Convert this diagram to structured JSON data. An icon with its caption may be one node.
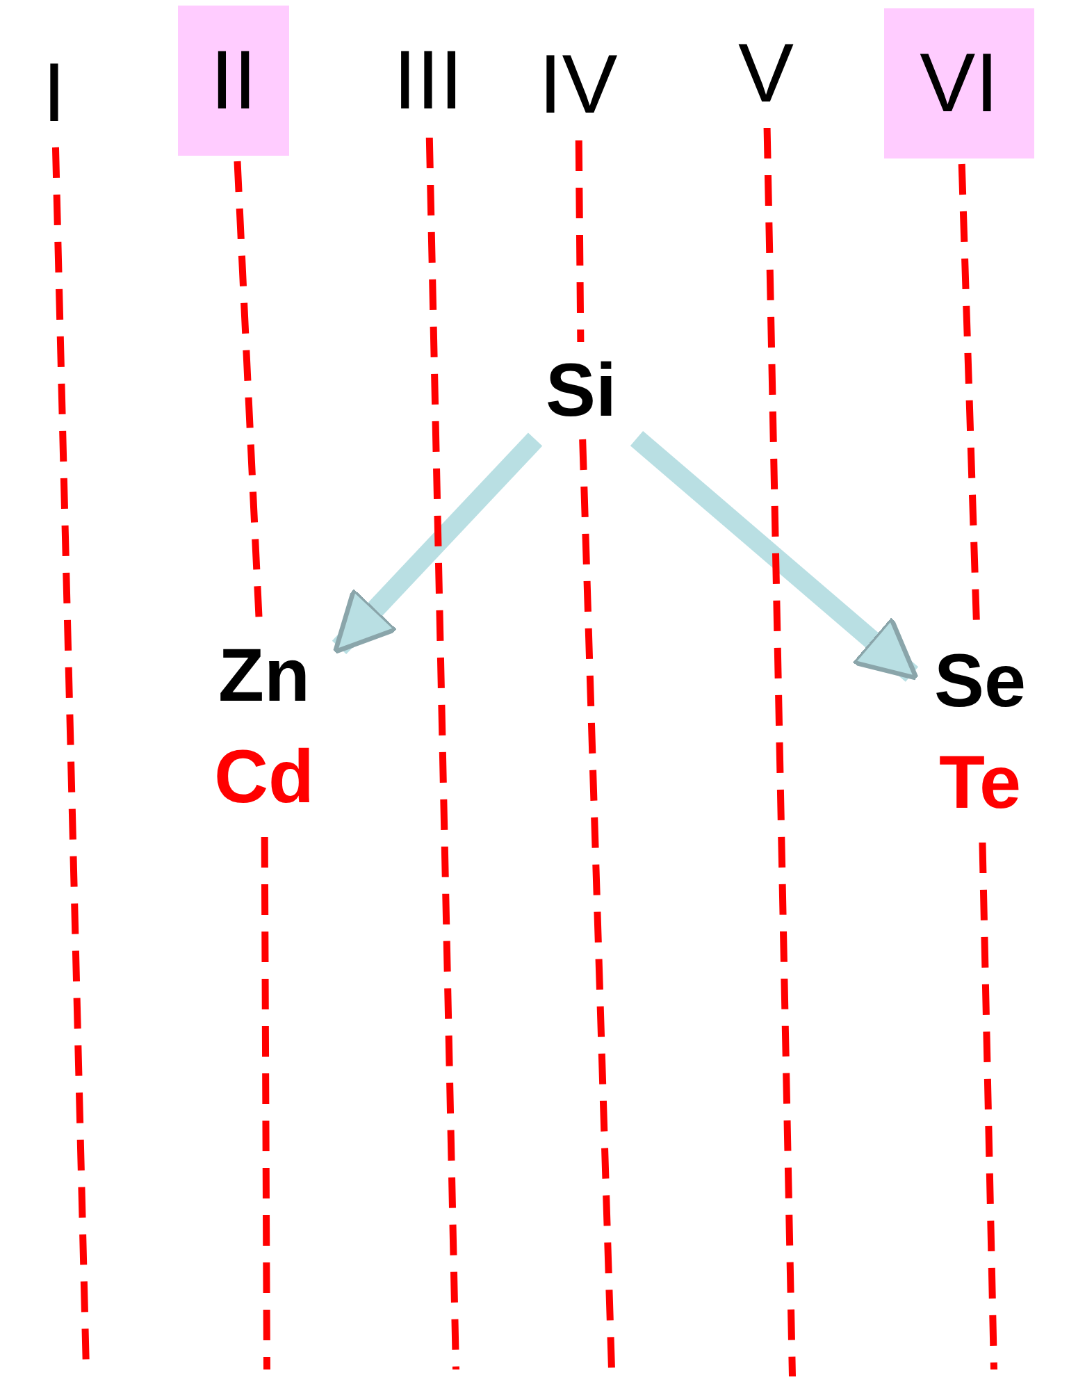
{
  "diagram": {
    "nodes": [
      {
        "text": [
          "I"
        ]
      },
      {
        "text": [
          "II"
        ]
      },
      {
        "text": [
          "III"
        ]
      },
      {
        "text": [
          "IV"
        ]
      },
      {
        "text": [
          "V"
        ]
      },
      {
        "text": [
          "VI"
        ]
      },
      {
        "text": [
          "Si"
        ]
      },
      {
        "text": [
          "Zn",
          "Cd"
        ]
      },
      {
        "text": [
          "Se",
          "Te"
        ]
      }
    ],
    "edges": [
      {
        "from": 6,
        "to": 7,
        "arrow": "to",
        "style": "thick",
        "color": "#b9dfe3"
      },
      {
        "from": 6,
        "to": 8,
        "arrow": "to",
        "style": "thick",
        "color": "#b9dfe3"
      },
      {
        "from": 0,
        "to": null,
        "arrow": "none",
        "style": "dashed"
      },
      {
        "from": 1,
        "to": 7,
        "arrow": "none",
        "style": "dashed"
      },
      {
        "from": 7,
        "to": null,
        "arrow": "none",
        "style": "dashed"
      },
      {
        "from": 2,
        "to": null,
        "arrow": "none",
        "style": "dashed"
      },
      {
        "from": 3,
        "to": 6,
        "arrow": "none",
        "style": "dashed"
      },
      {
        "from": 6,
        "to": null,
        "arrow": "none",
        "style": "dashed"
      },
      {
        "from": 4,
        "to": null,
        "arrow": "none",
        "style": "dashed"
      },
      {
        "from": 5,
        "to": 8,
        "arrow": "none",
        "style": "dashed"
      },
      {
        "from": 8,
        "to": null,
        "arrow": "none",
        "style": "dashed"
      }
    ]
  }
}
